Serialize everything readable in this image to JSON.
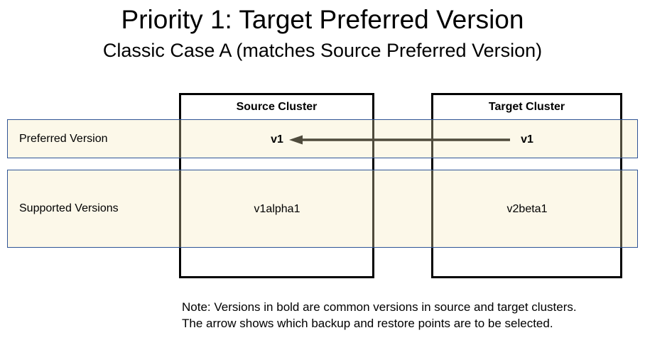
{
  "title": "Priority 1: Target Preferred Version",
  "subtitle": "Classic Case A (matches Source Preferred Version)",
  "rows": [
    {
      "label": "Preferred Version"
    },
    {
      "label": "Supported Versions"
    }
  ],
  "clusters": [
    {
      "id": "source",
      "label": "Source Cluster",
      "preferred_version": "v1",
      "supported_versions": "v1alpha1"
    },
    {
      "id": "target",
      "label": "Target Cluster",
      "preferred_version": "v1",
      "supported_versions": "v2beta1"
    }
  ],
  "arrow": {
    "direction": "left",
    "meaning": "target preferred version v1 selects source v1",
    "color": "#4A4639"
  },
  "note": {
    "line1": "Note: Versions in bold are common versions in source and target clusters.",
    "line2": "The arrow shows which backup and restore points are to be selected."
  },
  "colors": {
    "band_fill": "#FCF8E9",
    "band_border": "#2F5496",
    "box_border": "#000000",
    "text": "#000000"
  }
}
